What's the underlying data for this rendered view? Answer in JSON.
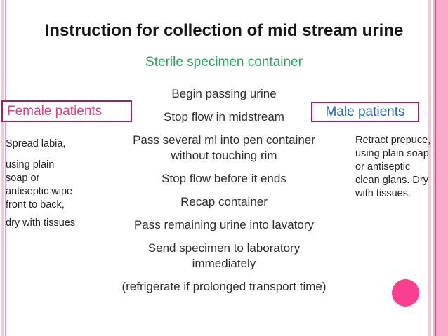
{
  "title": "Instruction for collection of mid stream urine",
  "subtitle": "Sterile specimen container",
  "center": {
    "steps": [
      "Begin passing urine",
      "Stop flow in midstream",
      "Pass several ml into pen container without touching rim",
      "Stop flow before it ends",
      "Recap container",
      "Pass remaining urine into lavatory",
      "Send specimen to laboratory immediately",
      "(refrigerate if prolonged transport time)"
    ]
  },
  "left_panel": {
    "header": "Female patients",
    "lines": [
      "Spread labia,",
      "using plain",
      "soap or",
      "antiseptic wipe",
      "front to back,",
      "dry with tissues"
    ]
  },
  "right_panel": {
    "header": "Male patients",
    "lines": [
      "Retract prepuce,",
      "using plain soap",
      "or antiseptic",
      "clean glans. Dry",
      "with tissues."
    ]
  },
  "colors": {
    "title_black": "#161616",
    "subtitle_green": "#2ea262",
    "female_pink": "#e23b7e",
    "male_blue": "#2063c5",
    "box_border_magenta": "#a91e60",
    "body_text": "#2f2f2f",
    "circle_pink": "#f93f8d",
    "edge_pale_pink": "#f3c8db",
    "edge_band_pink": "#f9abca",
    "edge_line_magenta": "#d1518d"
  }
}
